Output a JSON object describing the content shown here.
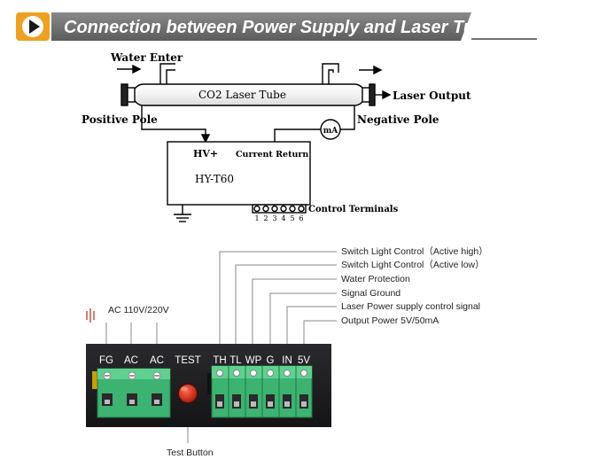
{
  "header": {
    "title": "Connection between Power Supply and Laser Tube"
  },
  "tube_diagram": {
    "water_enter": "Water Enter",
    "tube_label": "CO2 Laser Tube",
    "laser_output": "Laser Output",
    "positive_pole": "Positive Pole",
    "negative_pole": "Negative Pole",
    "meter_label": "mA",
    "hv_label": "HV+",
    "current_return": "Current Return",
    "psu_model": "HY-T60",
    "control_terminals": "Control Terminals",
    "terminal_numbers": [
      "1",
      "2",
      "3",
      "4",
      "5",
      "6"
    ]
  },
  "panel": {
    "ac_input": "AC 110V/220V",
    "left_terminals": [
      "FG",
      "AC",
      "AC"
    ],
    "test_label": "TEST",
    "right_terminals": [
      "TH",
      "TL",
      "WP",
      "G",
      "IN",
      "5V"
    ],
    "test_button": "Test Button",
    "callouts": [
      "Switch Light Control（Active high）",
      "Switch Light Control（Active low）",
      "Water Protection",
      "Signal Ground",
      "Laser Power supply control signal",
      "Output Power 5V/50mA"
    ]
  },
  "colors": {
    "header_bar": "#6e6e6e",
    "header_accent": "#f0a020",
    "terminal_green": "#3cb371",
    "panel_dark": "#1e1e22",
    "test_red": "#d42a1a"
  }
}
